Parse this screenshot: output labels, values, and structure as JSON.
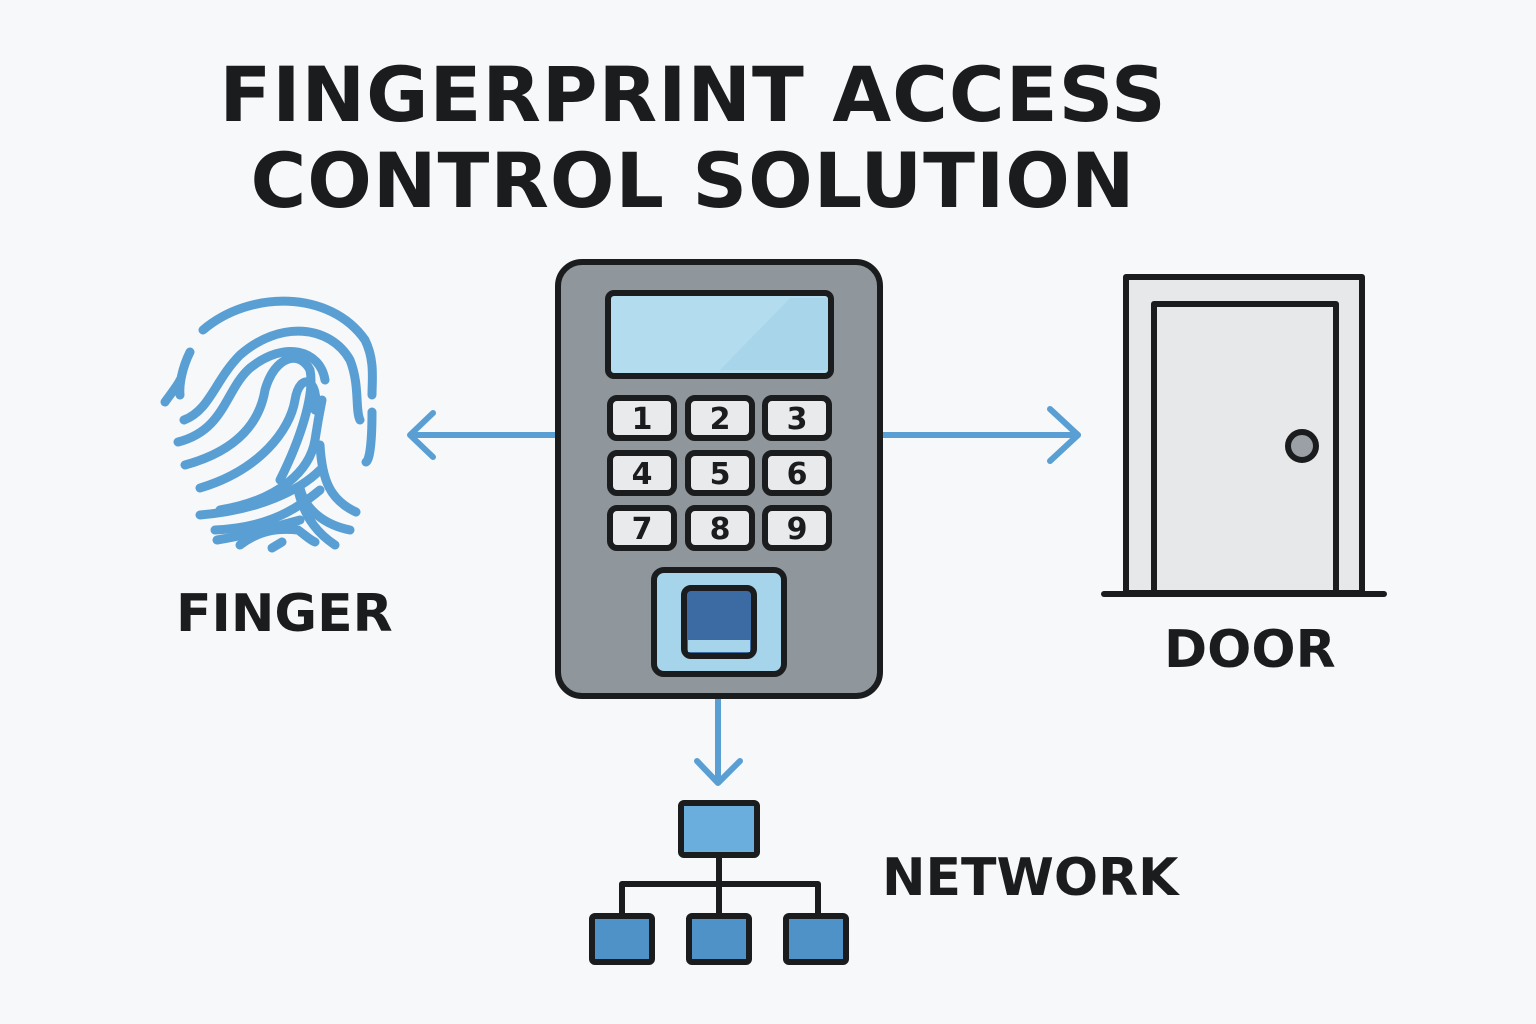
{
  "title": {
    "line1": "FINGERPRINT ACCESS",
    "line2": "CONTROL SOLUTION"
  },
  "labels": {
    "finger": "FINGER",
    "door": "DOOR",
    "network": "NETWORK"
  },
  "keypad": {
    "keys": [
      "1",
      "2",
      "3",
      "4",
      "5",
      "6",
      "7",
      "8",
      "9"
    ]
  },
  "icons": {
    "fingerprint": "fingerprint-icon",
    "door": "door-icon",
    "network": "network-icon",
    "device": "access-control-terminal"
  },
  "colors": {
    "accent_blue": "#5a9fd4",
    "outline": "#1a1c1e",
    "device_body": "#8f969c",
    "screen": "#b3dcef",
    "sensor": "#3c6aa3",
    "door_fill": "#e6e8ea"
  }
}
